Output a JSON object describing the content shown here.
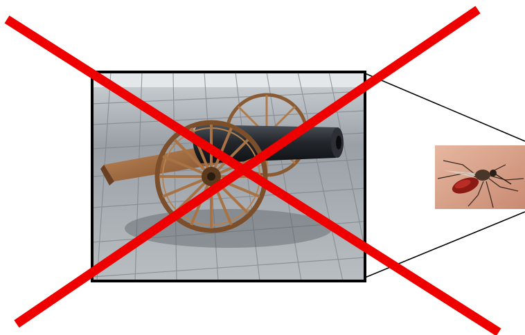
{
  "slide": {
    "background": "#ffffff",
    "main_picture": {
      "subject": "cannon-photo",
      "frame_color": "#000000"
    },
    "inset_picture": {
      "subject": "mosquito-photo"
    },
    "callout_lines": {
      "color": "#000000"
    },
    "cross_out_mark": {
      "color": "#ee0000",
      "meaning": "crossed-out"
    }
  }
}
